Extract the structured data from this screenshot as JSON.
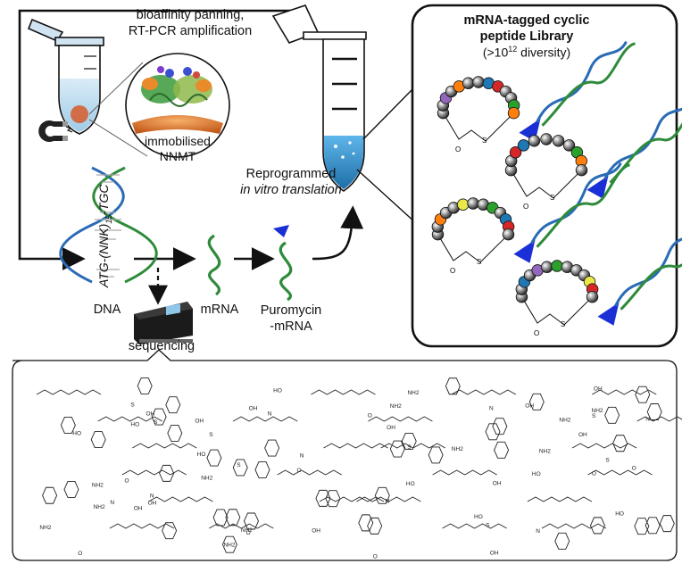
{
  "top": {
    "step1_line1": "bioaffinity panning,",
    "step1_line2": "RT-PCR amplification",
    "target_line1": "immobilised",
    "target_line2": "NNMT",
    "translation_line1": "Reprogrammed",
    "translation_line2": "in vitro translation",
    "dna_sequence_main": "ATG-(NNK)",
    "dna_sequence_sub": "15",
    "dna_sequence_end": "-TGC"
  },
  "nodes": {
    "dna": "DNA",
    "mrna": "mRNA",
    "puromycin_line1": "Puromycin",
    "puromycin_line2": "-mRNA",
    "sequencing": "sequencing"
  },
  "library": {
    "title_line1": "mRNA-tagged cyclic",
    "title_line2": "peptide Library",
    "diversity_prefix": "(>10",
    "diversity_exp": "12",
    "diversity_suffix": " diversity)",
    "linker_atom": "S",
    "carbonyl_atom": "O"
  },
  "structures": {
    "amine": "NH",
    "amine_sub": "2",
    "hydroxyl": "OH",
    "hydroxyl_alt": "HO",
    "nitrogen": "N",
    "sulfur": "S",
    "oxygen": "O",
    "h2n": "H"
  },
  "colors": {
    "ink": "#111111",
    "tube_blue": "#cfe6f4",
    "dna_blue": "#2a6bb5",
    "dna_green": "#2e8b3a",
    "puromycin": "#1a2fd6",
    "protein_orange": "#d2691e",
    "bead_grey": "#3a3a3a"
  },
  "bead_palette": [
    "#d62728",
    "#1f77b4",
    "#9467bd",
    "#2ca02c",
    "#ff7f0e",
    "#2ca02c",
    "#e8e84a"
  ]
}
